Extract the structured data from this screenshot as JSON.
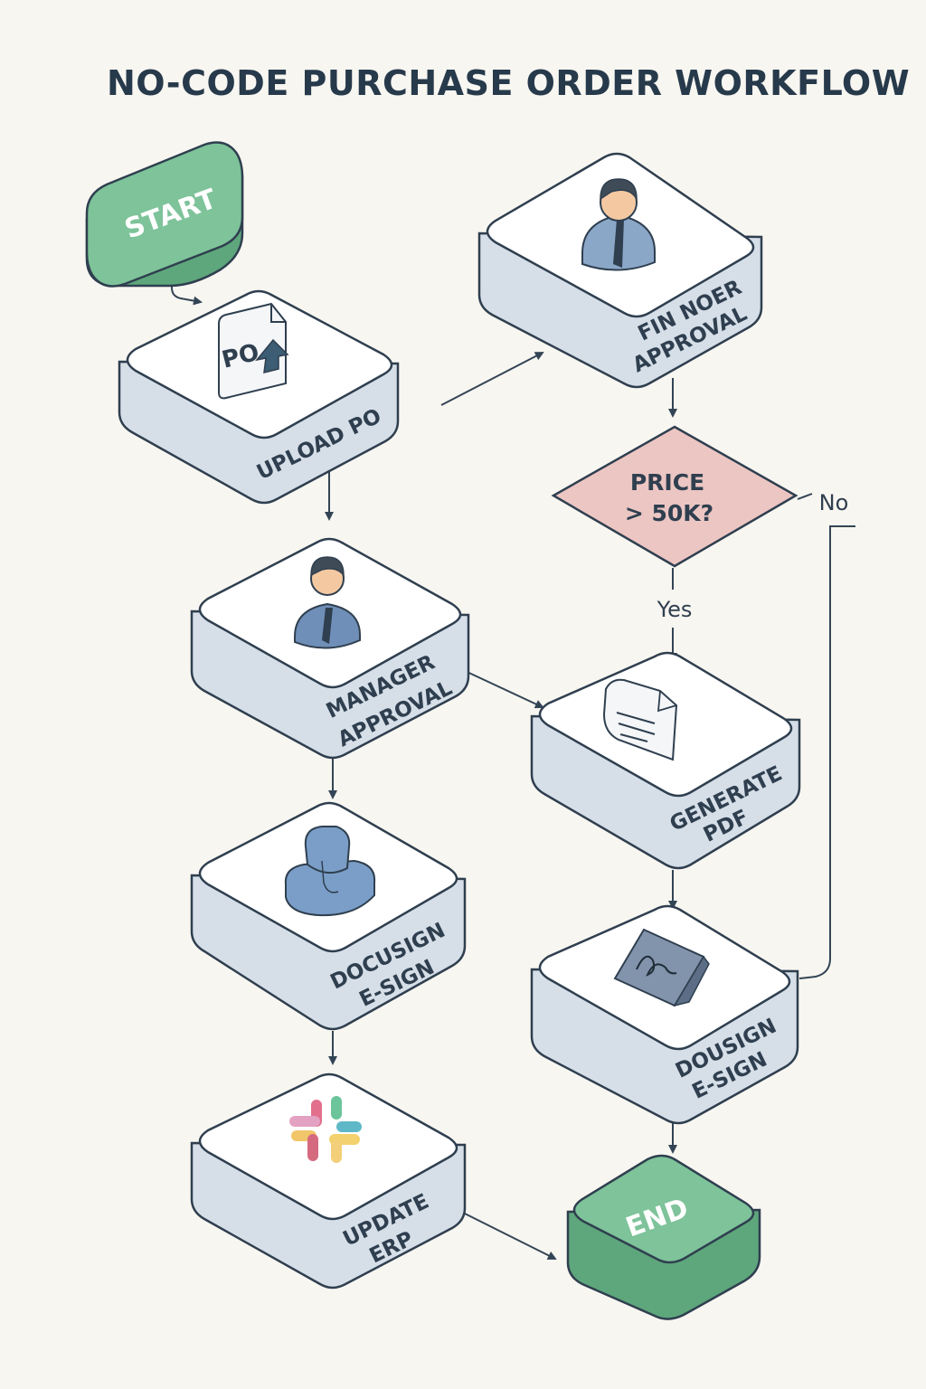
{
  "title": "NO-CODE PURCHASE ORDER WORKFLOW",
  "colors": {
    "background": "#f8f6f1",
    "ink": "#2f3f4f",
    "node_top": "#ffffff",
    "node_side": "#d6dfe8",
    "terminal_top": "#7ec39a",
    "terminal_side": "#5ea67c",
    "decision_fill": "#ecc6c3"
  },
  "nodes": {
    "start": {
      "lines": [
        "START"
      ]
    },
    "upload_po": {
      "lines": [
        "UPLOAD PO"
      ],
      "icon_text": "PO",
      "icon": "file-upload-icon"
    },
    "manager_approval": {
      "lines": [
        "MANAGER",
        "APPROVAL"
      ],
      "icon": "manager-person-icon"
    },
    "docusign_esign": {
      "lines": [
        "DOCUSIGN",
        "E-SIGN"
      ],
      "icon": "stamp-icon"
    },
    "update_erp": {
      "lines": [
        "UPDATE",
        "ERP"
      ],
      "icon": "slack-logo-icon"
    },
    "finance_approval": {
      "lines": [
        "FIN NOER",
        "APPROVAL"
      ],
      "icon": "finance-person-icon"
    },
    "price_check": {
      "lines": [
        "PRICE",
        "> 50K?"
      ]
    },
    "generate_pdf": {
      "lines": [
        "GENERATE",
        "PDF"
      ],
      "icon": "document-icon"
    },
    "dousign_esign": {
      "lines": [
        "DOUSIGN",
        "E-SIGN"
      ],
      "icon": "signature-pad-icon"
    },
    "end": {
      "lines": [
        "END"
      ]
    }
  },
  "edge_labels": {
    "yes": "Yes",
    "no": "No"
  }
}
